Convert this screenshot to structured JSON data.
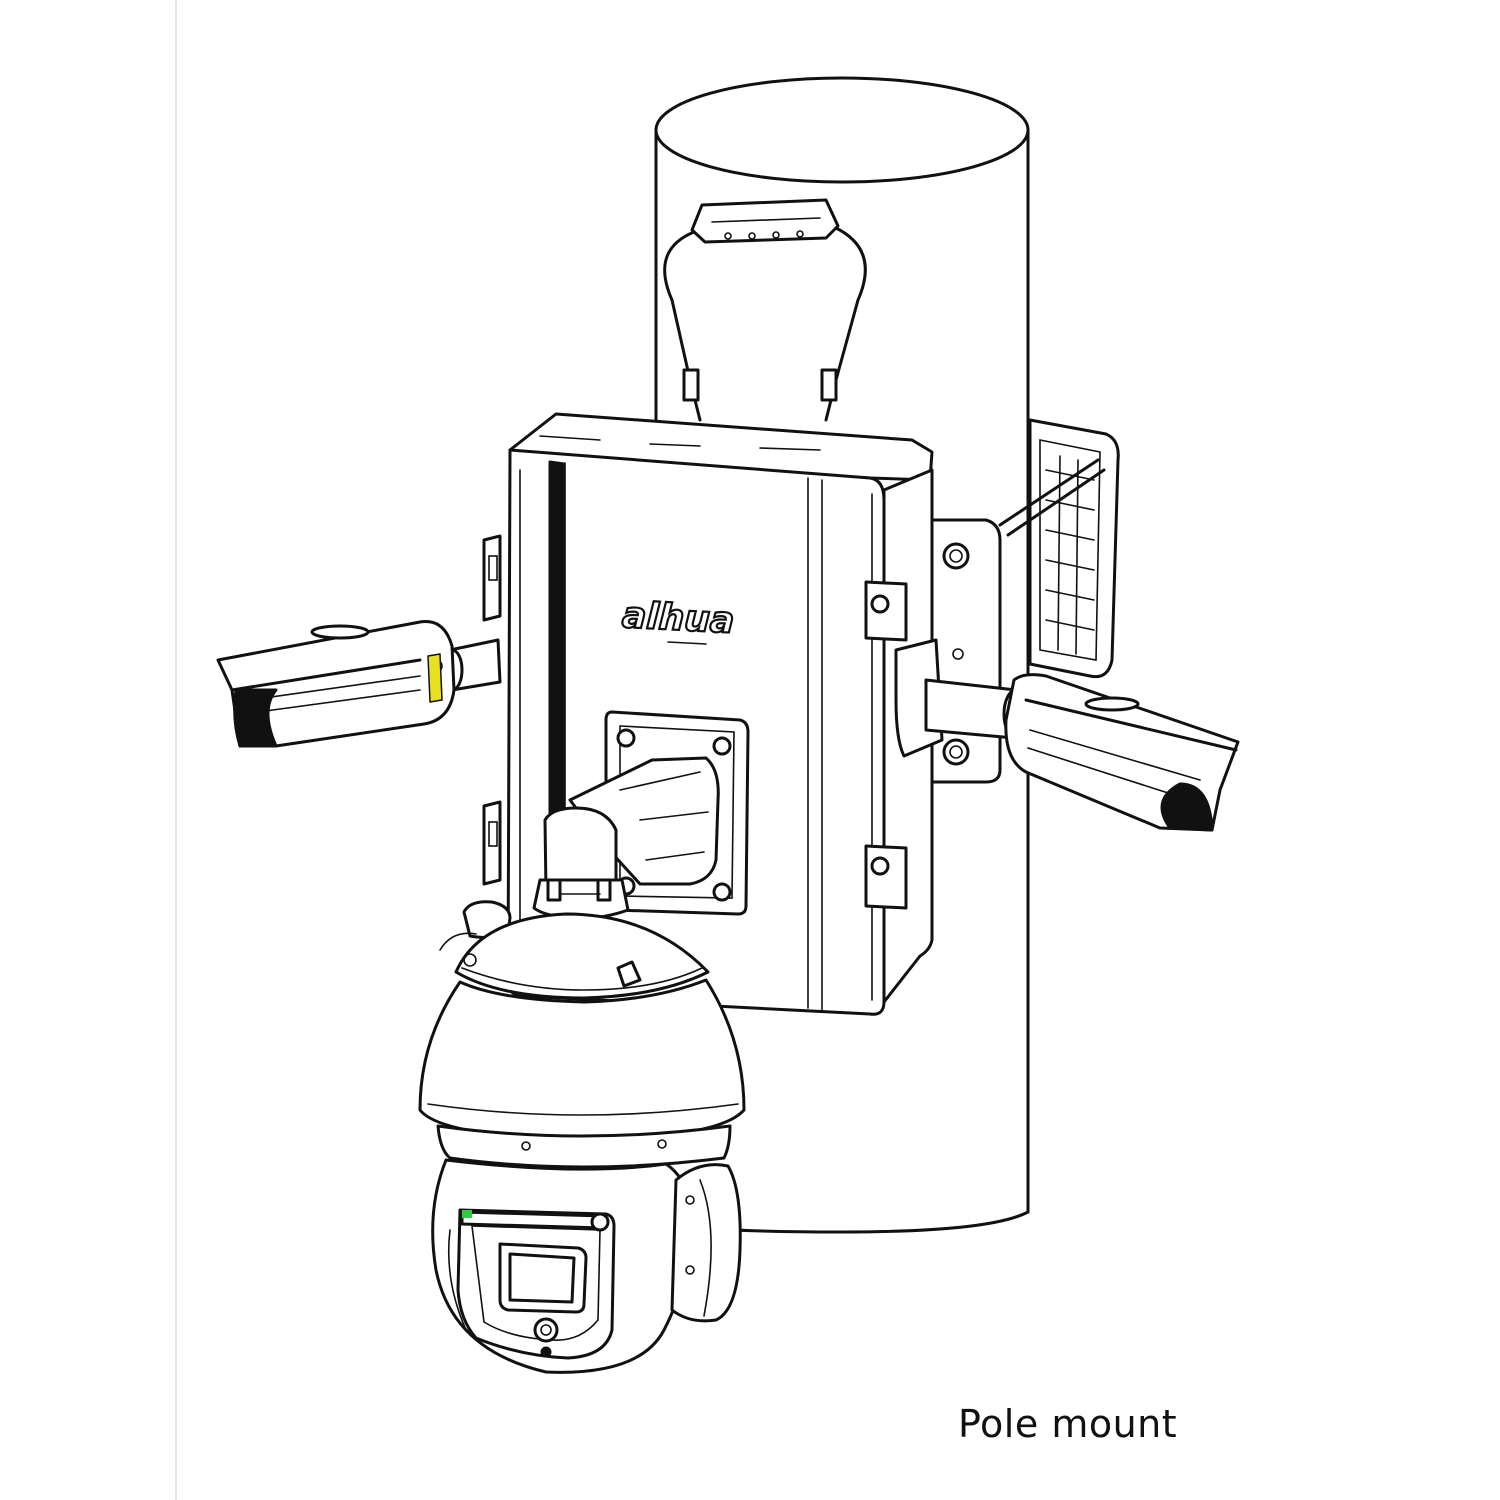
{
  "caption": "Pole mount",
  "diagram": {
    "logo_text": "alhua",
    "colors": {
      "line": "#111111",
      "background": "#ffffff",
      "indicator": "#2ecc40"
    },
    "components": [
      "pole",
      "lifting-handle",
      "junction-box",
      "pole-mount-bracket",
      "bullet-camera-left",
      "bullet-camera-right",
      "wall-mount-arm",
      "ptz-dome-camera"
    ]
  }
}
